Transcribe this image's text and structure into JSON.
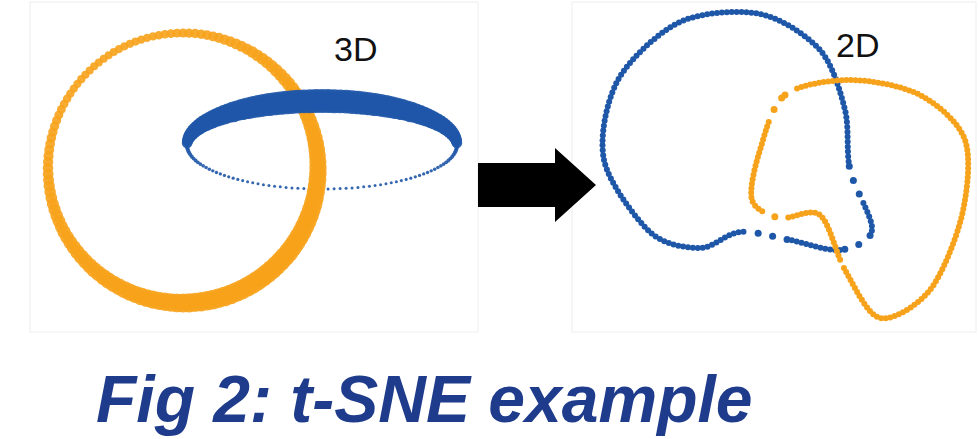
{
  "diagram": {
    "caption": "Fig 2: t-SNE example",
    "labels": [
      "3D",
      "2D"
    ]
  }
}
